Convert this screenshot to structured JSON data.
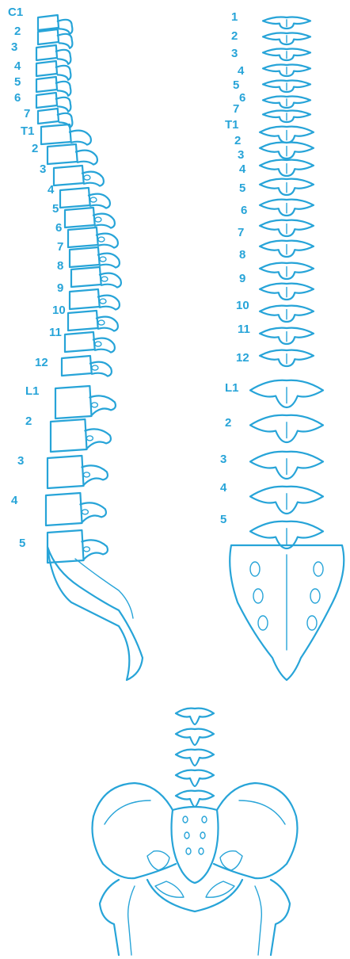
{
  "colors": {
    "ink": "#27a4d8",
    "background": "#ffffff"
  },
  "lateral_labels": [
    "C1",
    "2",
    "3",
    "4",
    "5",
    "6",
    "7",
    "T1",
    "2",
    "3",
    "4",
    "5",
    "6",
    "7",
    "8",
    "9",
    "10",
    "11",
    "12",
    "L1",
    "2",
    "3",
    "4",
    "5"
  ],
  "posterior_labels": [
    "1",
    "2",
    "3",
    "4",
    "5",
    "6",
    "7",
    "T1",
    "2",
    "3",
    "4",
    "5",
    "6",
    "7",
    "8",
    "9",
    "10",
    "11",
    "12",
    "L1",
    "2",
    "3",
    "4",
    "5"
  ]
}
